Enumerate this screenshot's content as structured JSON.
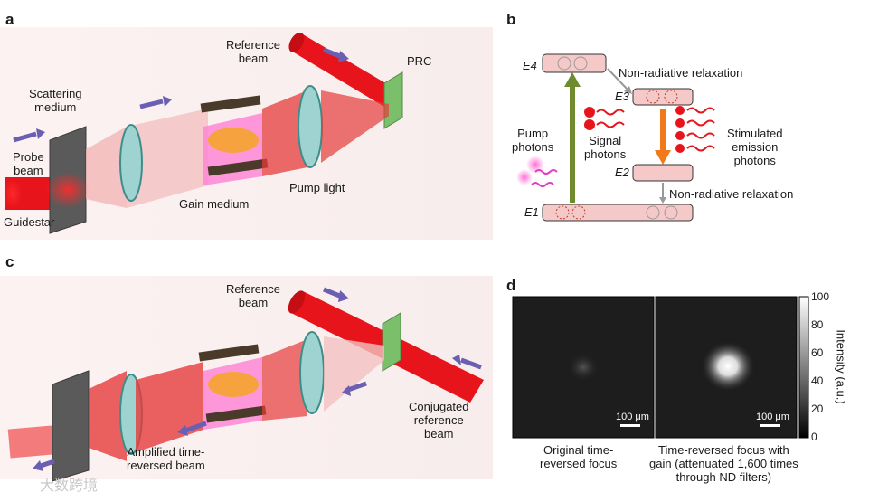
{
  "panel_a": {
    "letter": "a",
    "reference_beam": [
      "Reference",
      "beam"
    ],
    "prc": "PRC",
    "scattering_medium": [
      "Scattering",
      "medium"
    ],
    "probe_beam": [
      "Probe",
      "beam"
    ],
    "guidestar": "Guidestar",
    "gain_medium": "Gain medium",
    "pump_light": "Pump light"
  },
  "panel_b": {
    "letter": "b",
    "levels": [
      "E4",
      "E3",
      "E2",
      "E1"
    ],
    "nonrad_top": "Non-radiative relaxation",
    "nonrad_bottom": "Non-radiative relaxation",
    "pump_photons": [
      "Pump",
      "photons"
    ],
    "signal_photons": [
      "Signal",
      "photons"
    ],
    "stimulated": [
      "Stimulated",
      "emission",
      "photons"
    ]
  },
  "panel_c": {
    "letter": "c",
    "reference_beam": [
      "Reference",
      "beam"
    ],
    "conjugated": [
      "Conjugated",
      "reference",
      "beam"
    ],
    "amplified": [
      "Amplified time-",
      "reversed beam"
    ]
  },
  "panel_d": {
    "letter": "d",
    "scale_left": "100 μm",
    "scale_right": "100 μm",
    "caption_left": [
      "Original time-",
      "reversed focus"
    ],
    "caption_right": [
      "Time-reversed focus with",
      "gain (attenuated 1,600 times",
      "through ND filters)"
    ],
    "colorbar_label": "Intensity (a.u.)",
    "colorbar_ticks": [
      "100",
      "80",
      "60",
      "40",
      "20",
      "0"
    ]
  },
  "watermark": "大数跨境",
  "colors": {
    "beam_red": "#e8141b",
    "green_arrow": "#6e8b2e",
    "orange_arrow": "#f07a1a",
    "level_fill": "#f6c9c9",
    "arrow_purple": "#6a5fb0"
  }
}
